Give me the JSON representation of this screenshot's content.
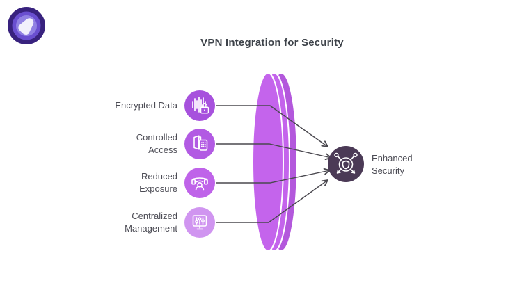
{
  "title": "VPN Integration for Security",
  "logo": {
    "name": "vpn-brand-logo",
    "colors": {
      "outer": "#38227e",
      "ring": "#6a4fd0",
      "inner_ring": "#9181e3",
      "core": "#f2f0fc"
    }
  },
  "diagram": {
    "items": [
      {
        "label": "Encrypted Data",
        "icon": "waveform-lock-icon",
        "color": "#a751dd"
      },
      {
        "label": "Controlled\nAccess",
        "icon": "door-keypad-icon",
        "color": "#b25ae3"
      },
      {
        "label": "Reduced\nExposure",
        "icon": "surveillance-person-icon",
        "color": "#bf63e9"
      },
      {
        "label": "Centralized\nManagement",
        "icon": "monitor-settings-icon",
        "color": "#d095f0"
      }
    ],
    "result": {
      "label": "Enhanced\nSecurity",
      "icon": "shield-network-icon",
      "color": "#4b3a56"
    },
    "lens_color": "#c464ec",
    "lens_back_color": "#b358dc",
    "connector_color": "#4a484f",
    "text_color": "#4c4c55",
    "title_color": "#3e434a"
  }
}
